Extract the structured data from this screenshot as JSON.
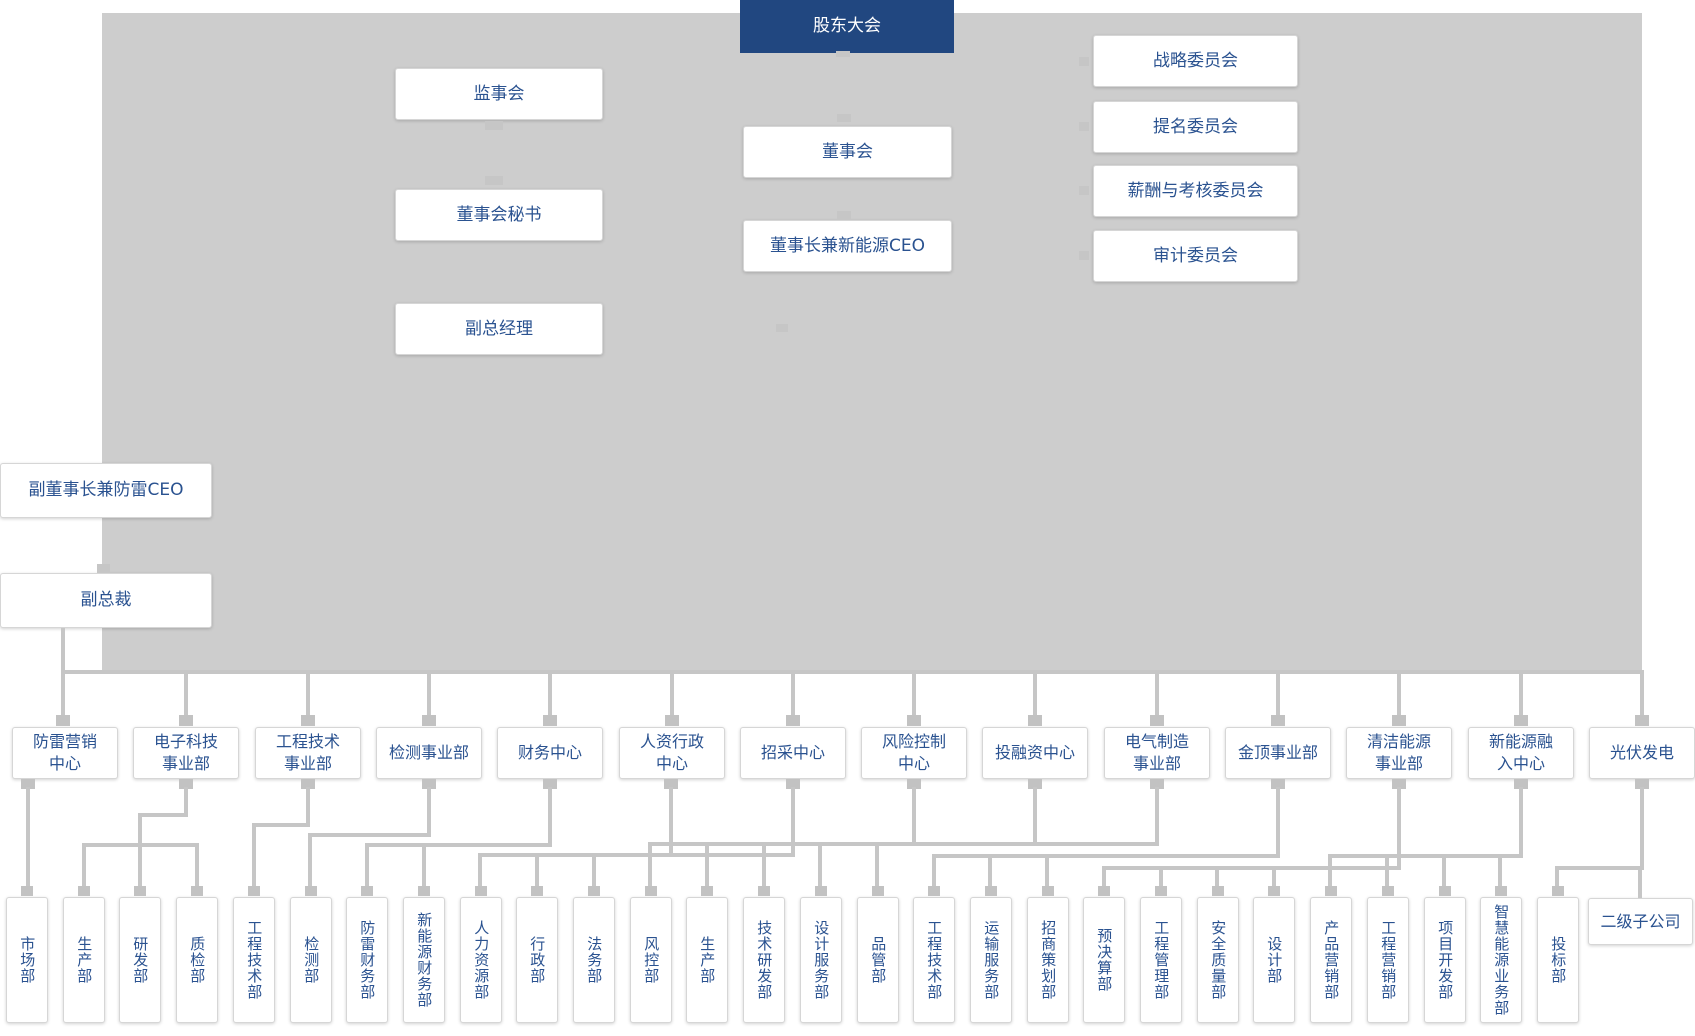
{
  "org": {
    "shareholders": "股东大会",
    "board": "董事会",
    "chairman": "董事长兼新能源CEO",
    "supervisory": [
      "监事会",
      "董事会秘书",
      "副总经理"
    ],
    "committees": [
      "战略委员会",
      "提名委员会",
      "薪酬与考核委员会",
      "审计委员会"
    ],
    "executives": [
      "副董事长兼防雷CEO",
      "副总裁"
    ],
    "departments": [
      "防雷营销\n中心",
      "电子科技\n事业部",
      "工程技术\n事业部",
      "检测事业部",
      "财务中心",
      "人资行政\n中心",
      "招采中心",
      "风险控制\n中心",
      "投融资中心",
      "电气制造\n事业部",
      "金顶事业部",
      "清洁能源\n事业部",
      "新能源融\n入中心",
      "光伏发电"
    ],
    "sub_departments": [
      "市场部",
      "生产部",
      "研发部",
      "质检部",
      "工程技术部",
      "检测部",
      "防雷财务部",
      "新能源财务部",
      "人力资源部",
      "行政部",
      "法务部",
      "风控部",
      "生产部",
      "技术研发部",
      "设计服务部",
      "品管部",
      "工程技术部",
      "运输服务部",
      "招商策划部",
      "预决算部",
      "工程管理部",
      "安全质量部",
      "设计部",
      "产品营销部",
      "工程营销部",
      "项目开发部",
      "智慧能源业务部",
      "投标部"
    ],
    "subsidiary": "二级子公司"
  },
  "colors": {
    "primary_navy": "#214780",
    "node_text_blue": "#2a5290",
    "panel_gray": "#cdcdcd",
    "connector_gray": "#c6c6c6"
  }
}
